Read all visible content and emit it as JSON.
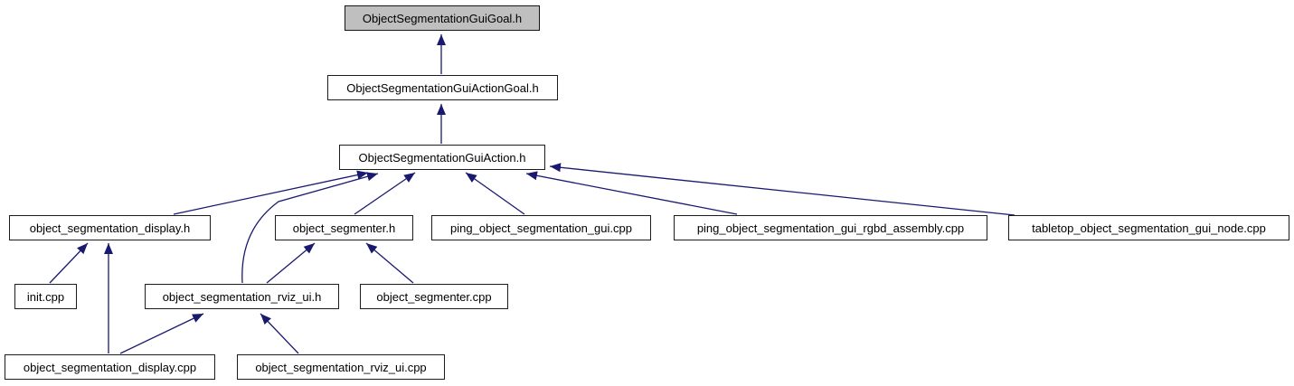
{
  "diagram": {
    "type": "include-dependency-graph",
    "background_color": "#ffffff",
    "edge_color": "#191970",
    "node_fill_color": "#ffffff",
    "highlighted_node_fill_color": "#bfbfbf",
    "node_border_color": "#1c1c1c",
    "nodes": [
      {
        "id": "goal-h",
        "label": "ObjectSegmentationGuiGoal.h",
        "highlighted": true
      },
      {
        "id": "actiongoal-h",
        "label": "ObjectSegmentationGuiActionGoal.h",
        "highlighted": false
      },
      {
        "id": "action-h",
        "label": "ObjectSegmentationGuiAction.h",
        "highlighted": false
      },
      {
        "id": "display-h",
        "label": "object_segmentation_display.h",
        "highlighted": false
      },
      {
        "id": "segmenter-h",
        "label": "object_segmenter.h",
        "highlighted": false
      },
      {
        "id": "ping-gui-cpp",
        "label": "ping_object_segmentation_gui.cpp",
        "highlighted": false
      },
      {
        "id": "ping-rgbd-cpp",
        "label": "ping_object_segmentation_gui_rgbd_assembly.cpp",
        "highlighted": false
      },
      {
        "id": "tabletop-cpp",
        "label": "tabletop_object_segmentation_gui_node.cpp",
        "highlighted": false
      },
      {
        "id": "init-cpp",
        "label": "init.cpp",
        "highlighted": false
      },
      {
        "id": "rviz-ui-h",
        "label": "object_segmentation_rviz_ui.h",
        "highlighted": false
      },
      {
        "id": "segmenter-cpp",
        "label": "object_segmenter.cpp",
        "highlighted": false
      },
      {
        "id": "display-cpp",
        "label": "object_segmentation_display.cpp",
        "highlighted": false
      },
      {
        "id": "rviz-ui-cpp",
        "label": "object_segmentation_rviz_ui.cpp",
        "highlighted": false
      }
    ],
    "edges": [
      {
        "from": "actiongoal-h",
        "to": "goal-h"
      },
      {
        "from": "action-h",
        "to": "actiongoal-h"
      },
      {
        "from": "display-h",
        "to": "action-h"
      },
      {
        "from": "rviz-ui-h",
        "to": "action-h"
      },
      {
        "from": "segmenter-h",
        "to": "action-h"
      },
      {
        "from": "ping-gui-cpp",
        "to": "action-h"
      },
      {
        "from": "ping-rgbd-cpp",
        "to": "action-h"
      },
      {
        "from": "tabletop-cpp",
        "to": "action-h"
      },
      {
        "from": "init-cpp",
        "to": "display-h"
      },
      {
        "from": "display-cpp",
        "to": "display-h"
      },
      {
        "from": "rviz-ui-h",
        "to": "segmenter-h"
      },
      {
        "from": "segmenter-cpp",
        "to": "segmenter-h"
      },
      {
        "from": "display-cpp",
        "to": "rviz-ui-h"
      },
      {
        "from": "rviz-ui-cpp",
        "to": "rviz-ui-h"
      }
    ]
  }
}
